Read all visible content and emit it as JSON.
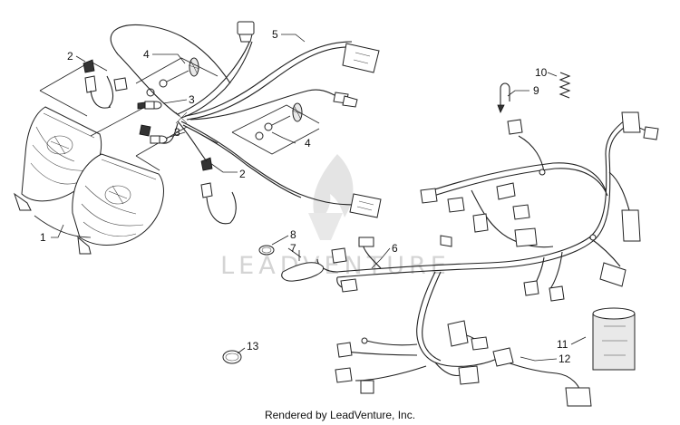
{
  "callouts": {
    "c1": "1",
    "c2a": "2",
    "c2b": "2",
    "c3a": "3",
    "c3b": "3",
    "c4a": "4",
    "c4b": "4",
    "c5": "5",
    "c6": "6",
    "c7": "7",
    "c8": "8",
    "c9": "9",
    "c10": "10",
    "c11": "11",
    "c12": "12",
    "c13": "13"
  },
  "watermark": {
    "text": "LEADVENTURE"
  },
  "footer": {
    "credit": "Rendered by LeadVenture, Inc."
  }
}
